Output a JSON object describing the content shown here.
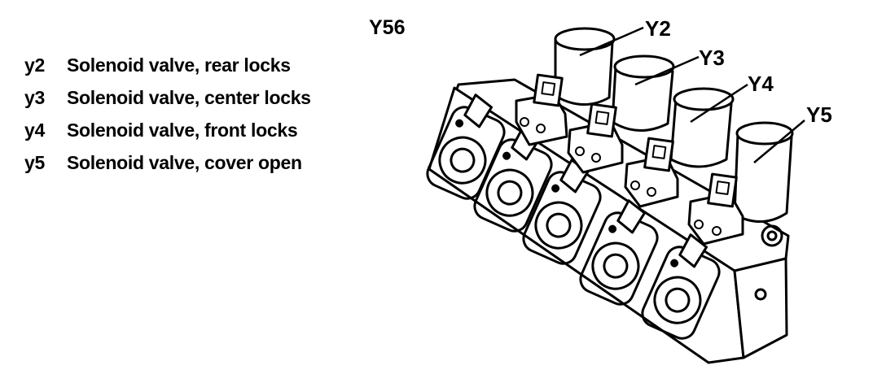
{
  "assembly_label": "Y56",
  "legend": [
    {
      "code": "y2",
      "description": "Solenoid valve, rear locks"
    },
    {
      "code": "y3",
      "description": "Solenoid valve, center locks"
    },
    {
      "code": "y4",
      "description": "Solenoid valve, front locks"
    },
    {
      "code": "y5",
      "description": "Solenoid valve, cover open"
    }
  ],
  "callouts": [
    "Y2",
    "Y3",
    "Y4",
    "Y5"
  ]
}
